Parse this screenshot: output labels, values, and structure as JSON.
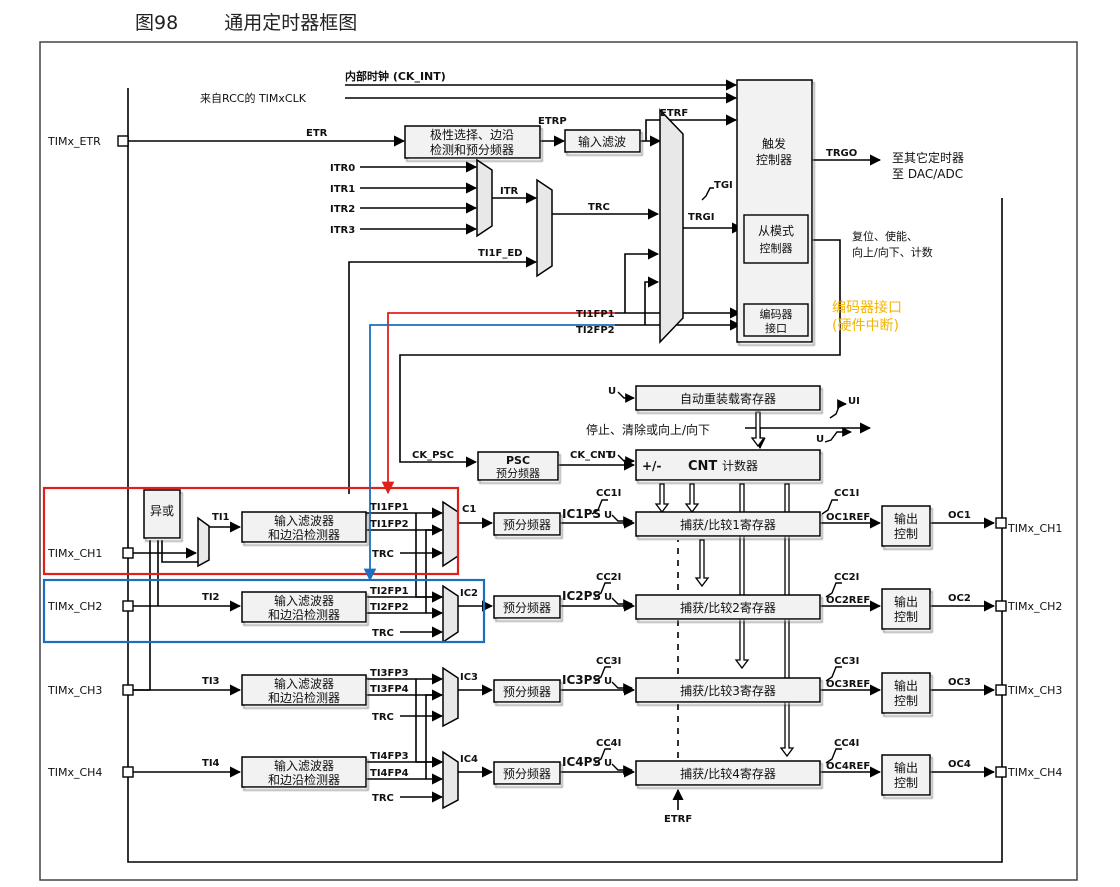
{
  "figure": {
    "number": "图98",
    "title": "通用定时器框图"
  },
  "pins": {
    "etr": "TIMx_ETR",
    "ch1": "TIMx_CH1",
    "ch2": "TIMx_CH2",
    "ch3": "TIMx_CH3",
    "ch4": "TIMx_CH4"
  },
  "clock": {
    "internal": "内部时钟 (CK_INT)",
    "rcc": "来自RCC的 TIMxCLK"
  },
  "signals": {
    "etr": "ETR",
    "etrp": "ETRP",
    "etrf": "ETRF",
    "trgo": "TRGO",
    "tgi": "TGI",
    "trgi": "TRGI",
    "itr0": "ITR0",
    "itr1": "ITR1",
    "itr2": "ITR2",
    "itr3": "ITR3",
    "itr": "ITR",
    "trc": "TRC",
    "ti1f_ed": "TI1F_ED",
    "ti1fp1": "TI1FP1",
    "ti2fp2": "TI2FP2",
    "ck_psc": "CK_PSC",
    "ck_cnt": "CK_CNT",
    "u": "U",
    "ui": "UI",
    "ti1": "TI1",
    "ti2": "TI2",
    "ti3": "TI3",
    "ti4": "TI4",
    "ic1": "C1",
    "ic2": "IC2",
    "ic3": "IC3",
    "ic4": "IC4",
    "ic1ps": "IC1PS",
    "ic2ps": "IC2PS",
    "ic3ps": "IC3PS",
    "ic4ps": "IC4PS",
    "cc1i": "CC1I",
    "cc2i": "CC2I",
    "cc3i": "CC3I",
    "cc4i": "CC4I",
    "oc1ref": "OC1REF",
    "oc2ref": "OC2REF",
    "oc3ref": "OC3REF",
    "oc4ref": "OC4REF",
    "oc1": "OC1",
    "oc2": "OC2",
    "oc3": "OC3",
    "oc4": "OC4",
    "ti1fp1_in": "TI1FP1",
    "ti1fp2_in": "TI1FP2",
    "ti2fp1_in": "TI2FP1",
    "ti2fp2_in": "TI2FP2",
    "ti3fp3": "TI3FP3",
    "ti3fp4": "TI3FP4",
    "ti4fp3": "TI4FP3",
    "ti4fp4": "TI4FP4",
    "etrf_bottom": "ETRF"
  },
  "blocks": {
    "polarity_l1": "极性选择、边沿",
    "polarity_l2": "检测和预分频器",
    "input_filter": "输入滤波",
    "trigger_l1": "触发",
    "trigger_l2": "控制器",
    "to_timer_l1": "至其它定时器",
    "to_timer_l2": "至 DAC/ADC",
    "slave_l1": "从模式",
    "slave_l2": "控制器",
    "slave_out_l1": "复位、使能、",
    "slave_out_l2": "向上/向下、计数",
    "encoder_l1": "编码器",
    "encoder_l2": "接口",
    "autoreload": "自动重装载寄存器",
    "stop_clear": "停止、清除或向上/向下",
    "psc_l1": "PSC",
    "psc_l2": "预分频器",
    "cnt_sign": "+/-",
    "cnt_bold": "CNT",
    "cnt_rest": "计数器",
    "xor": "异或",
    "filter_l1": "输入滤波器",
    "filter_l2": "和边沿检测器",
    "prescaler": "预分频器",
    "cc1": "捕获/比较1寄存器",
    "cc2": "捕获/比较2寄存器",
    "cc3": "捕获/比较3寄存器",
    "cc4": "捕获/比较4寄存器",
    "outctrl_l1": "输出",
    "outctrl_l2": "控制"
  },
  "annotation": {
    "line1": "编码器接口",
    "line2": "(硬件中断)"
  },
  "colors": {
    "highlight_red": "#e0201b",
    "highlight_blue": "#1a6fc0",
    "annotation": "#f5b400",
    "block_fill": "#f2f2f2"
  }
}
